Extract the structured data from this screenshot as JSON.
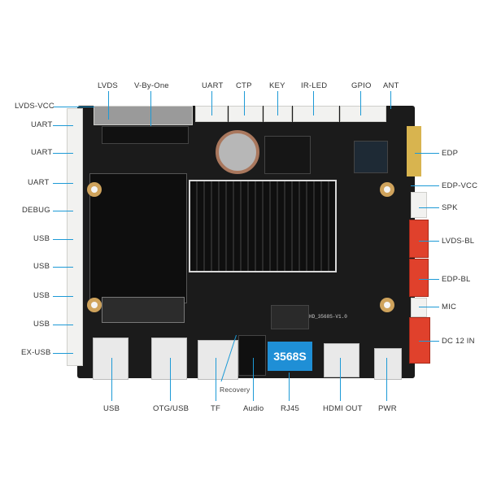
{
  "diagram": {
    "board_model_silkscreen": "HD_3568S-V1.0",
    "chip_badge": "3568S",
    "accent_color": "#1d9ad6",
    "badge_color": "#1f8fd6",
    "connector_red": "#e0412c",
    "labels": {
      "top": [
        "LVDS",
        "V-By-One",
        "UART",
        "CTP",
        "KEY",
        "IR-LED",
        "GPIO",
        "ANT"
      ],
      "left": [
        "LVDS-VCC",
        "UART",
        "UART",
        "UART",
        "DEBUG",
        "USB",
        "USB",
        "USB",
        "USB",
        "EX-USB"
      ],
      "right": [
        "EDP",
        "EDP-VCC",
        "SPK",
        "LVDS-BL",
        "EDP-BL",
        "MIC",
        "DC 12 IN"
      ],
      "bottom": [
        "USB",
        "OTG/USB",
        "TF",
        "Recovery",
        "Audio",
        "RJ45",
        "HDMI OUT",
        "PWR"
      ]
    }
  }
}
